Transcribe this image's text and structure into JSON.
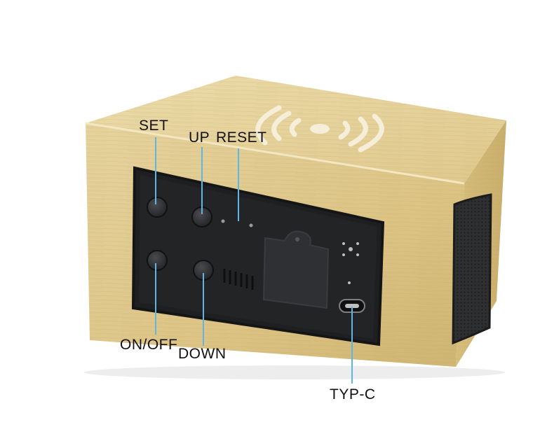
{
  "callouts": {
    "set": "SET",
    "up": "UP",
    "reset": "RESET",
    "on_off": "ON/OFF",
    "down": "DOWN",
    "type_c": "TYP-C"
  },
  "colors": {
    "wood_light": "#e9d9a8",
    "wood_mid": "#d9c283",
    "wood_dark": "#c7ab68",
    "panel": "#1f2022",
    "inset": "#2c2d30",
    "leader": "#5eb6e6",
    "speaker": "#2a2b2d"
  },
  "icons": {
    "wireless_charging": "wireless-charging-icon",
    "speaker_grille": "speaker-grille-icon",
    "usb_c_port": "usb-c-port-icon"
  }
}
